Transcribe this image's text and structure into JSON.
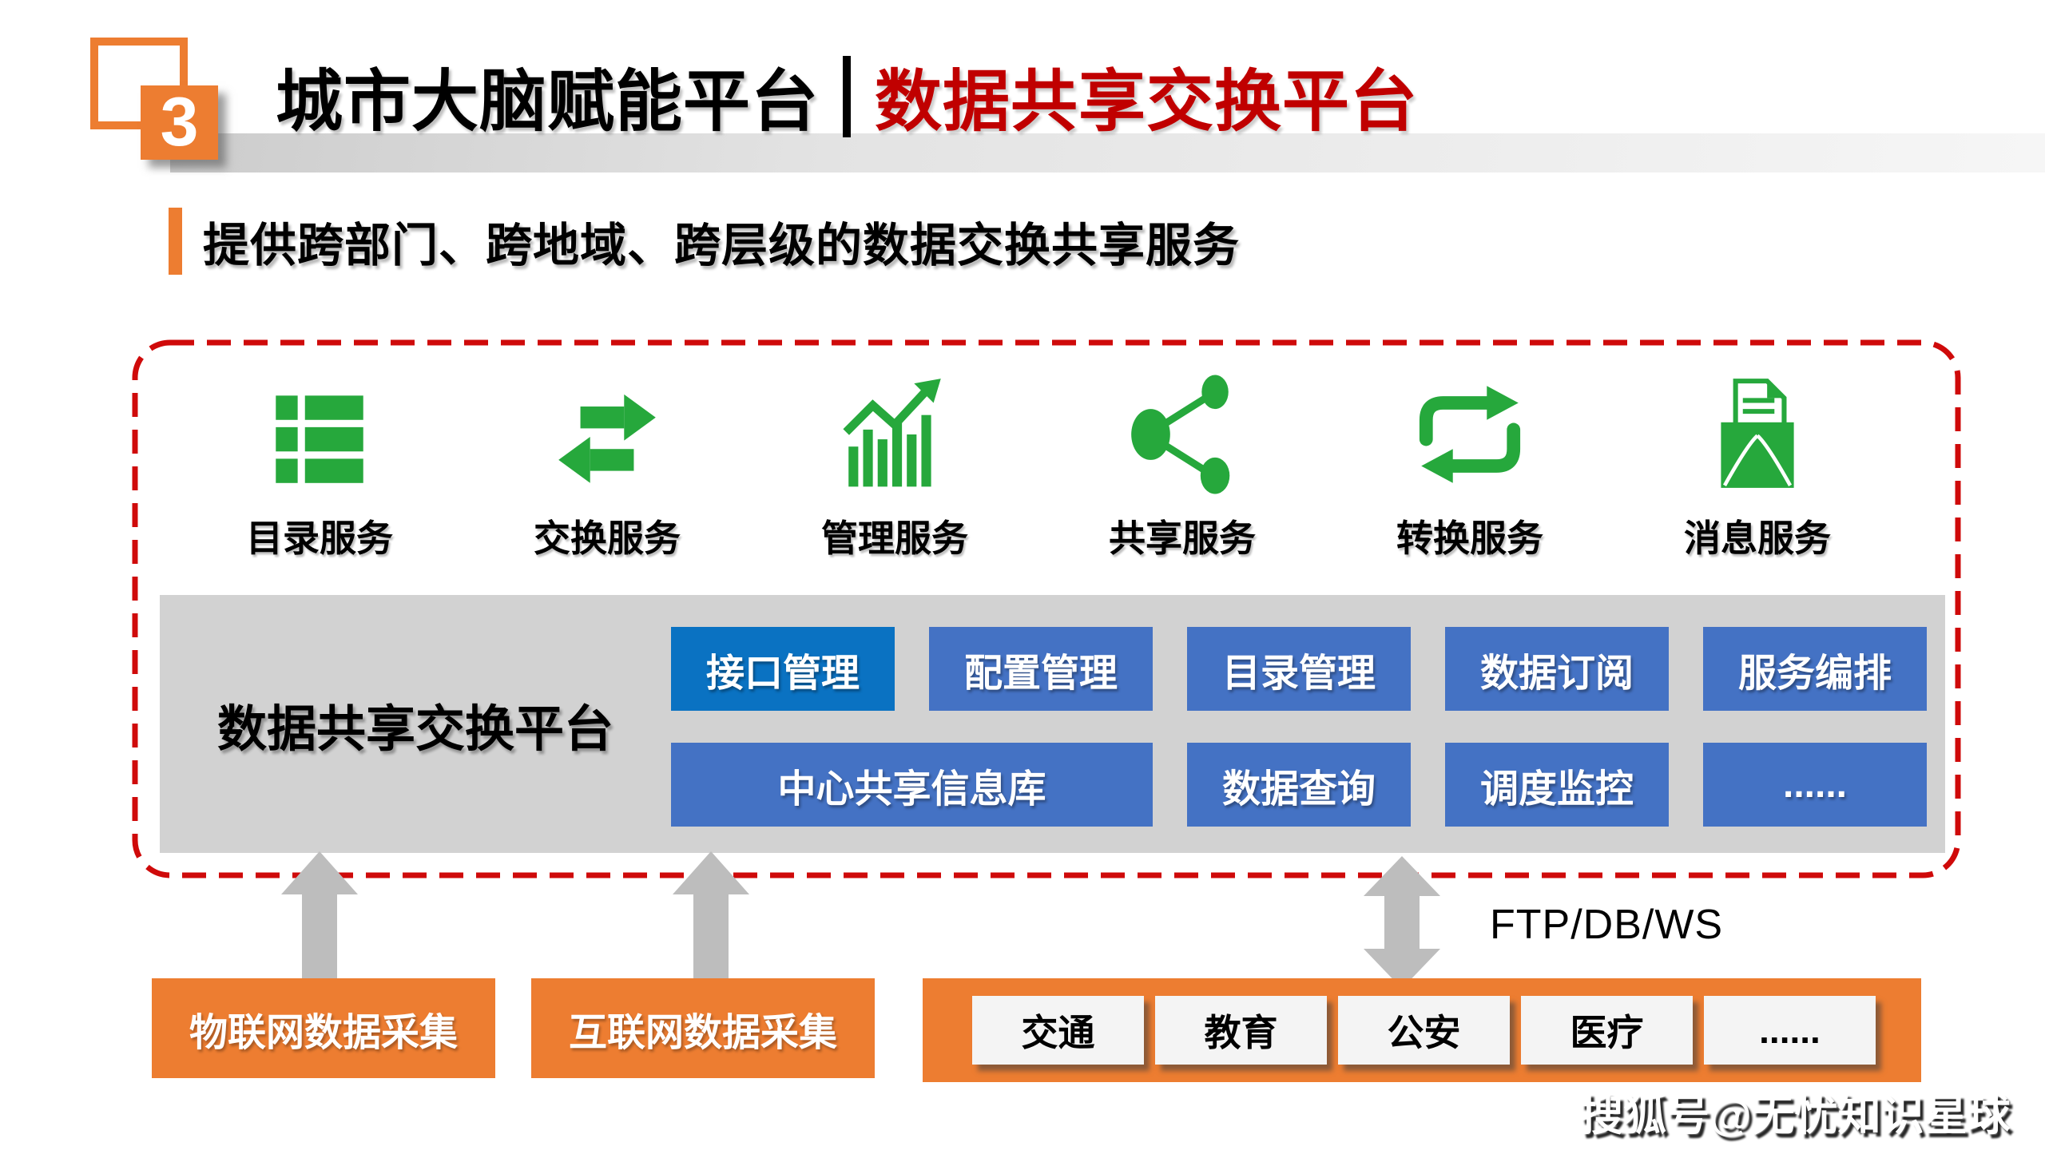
{
  "header": {
    "badge_number": "3",
    "title_black": "城市大脑赋能平台",
    "title_red": "数据共享交换平台",
    "subtitle": "提供跨部门、跨地域、跨层级的数据交换共享服务"
  },
  "services": [
    {
      "icon": "catalog-icon",
      "label": "目录服务"
    },
    {
      "icon": "exchange-icon",
      "label": "交换服务"
    },
    {
      "icon": "manage-icon",
      "label": "管理服务"
    },
    {
      "icon": "share-icon",
      "label": "共享服务"
    },
    {
      "icon": "convert-icon",
      "label": "转换服务"
    },
    {
      "icon": "message-icon",
      "label": "消息服务"
    }
  ],
  "platform": {
    "label": "数据共享交换平台",
    "modules_row1": [
      "接口管理",
      "配置管理",
      "目录管理",
      "数据订阅",
      "服务编排"
    ],
    "modules_row2": [
      "中心共享信息库",
      "数据查询",
      "调度监控",
      "......"
    ]
  },
  "connection": {
    "label": "FTP/DB/WS"
  },
  "sources": {
    "iot_label": "物联网数据采集",
    "internet_label": "互联网数据采集",
    "departments": [
      "交通",
      "教育",
      "公安",
      "医疗",
      "......"
    ]
  },
  "watermark": "搜狐号@无忧知识星球",
  "colors": {
    "orange": "#ED7D31",
    "title_red": "#C00000",
    "dashed_border_red": "#CF0A0A",
    "icon_green": "#26A83C",
    "module_blue": "#4472C4",
    "module_bright_blue": "#0A72C2",
    "panel_gray": "#D2D2D2",
    "arrow_gray": "#BDBDBD"
  }
}
